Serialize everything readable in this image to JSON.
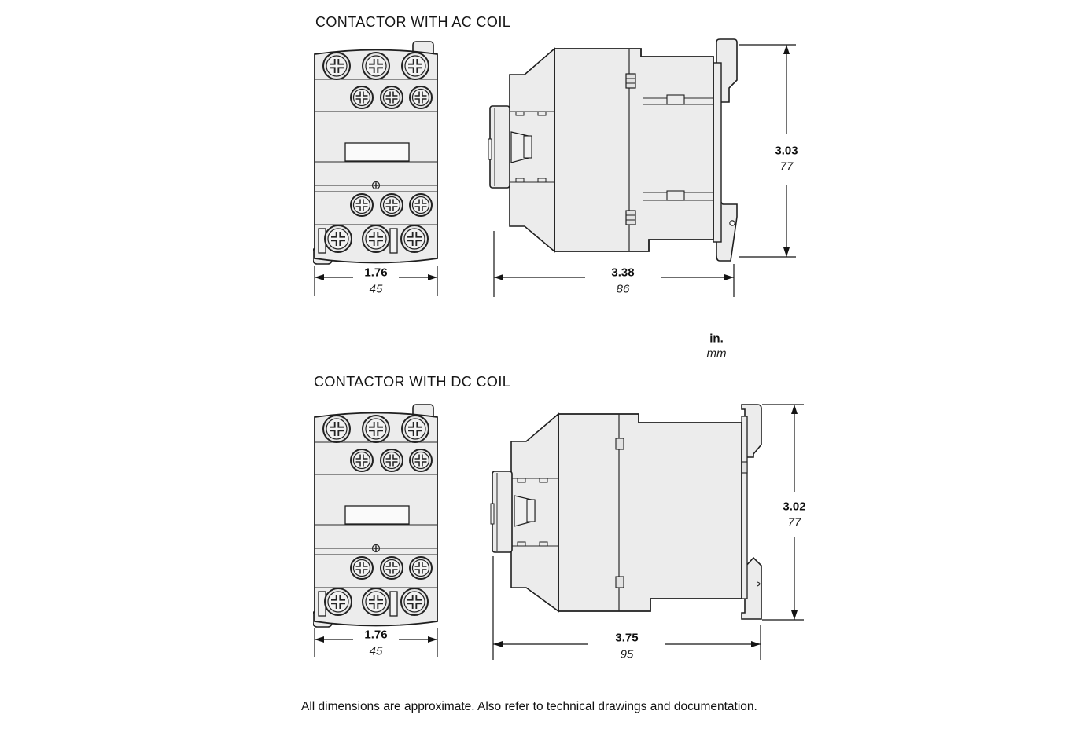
{
  "sections": [
    {
      "id": "ac",
      "title": "CONTACTOR WITH AC COIL",
      "front_width": {
        "in": "1.76",
        "mm": "45"
      },
      "depth": {
        "in": "3.38",
        "mm": "86"
      },
      "height": {
        "in": "3.03",
        "mm": "77"
      }
    },
    {
      "id": "dc",
      "title": "CONTACTOR WITH DC COIL",
      "front_width": {
        "in": "1.76",
        "mm": "45"
      },
      "depth": {
        "in": "3.75",
        "mm": "95"
      },
      "height": {
        "in": "3.02",
        "mm": "77"
      }
    }
  ],
  "units_legend": {
    "inches": "in.",
    "millimeters": "mm"
  },
  "footer": {
    "text": "All dimensions are approximate.  Also refer to technical drawings and documentation."
  },
  "colors": {
    "outline": "#1f1f1f",
    "body_fill": "#ececec",
    "background": "#ffffff",
    "text": "#101010"
  }
}
